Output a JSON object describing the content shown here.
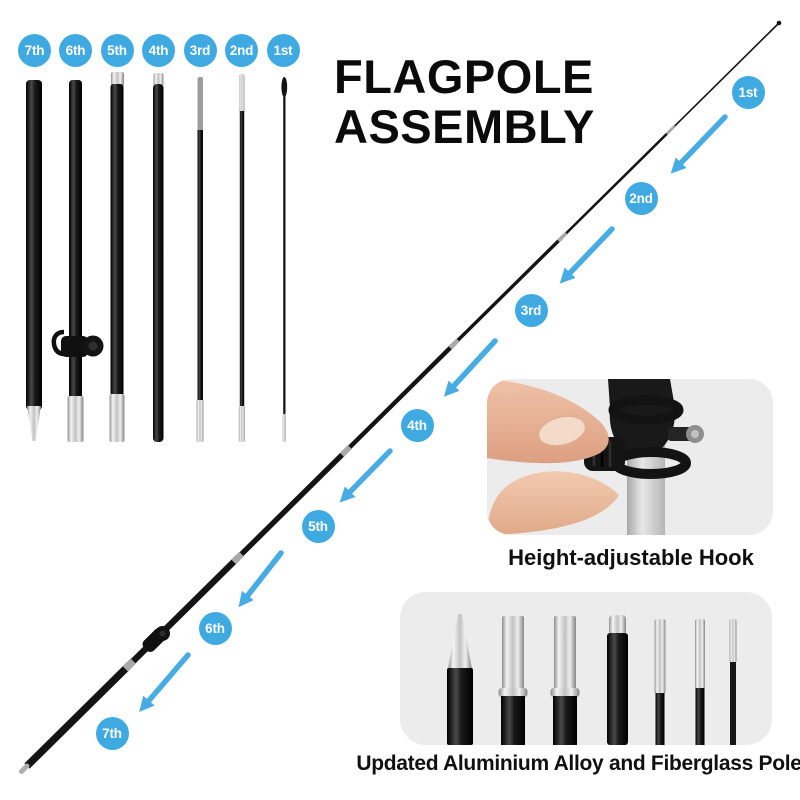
{
  "title": {
    "line1": "FLAGPOLE",
    "line2": "ASSEMBLY"
  },
  "parts_row": {
    "labels": [
      "7th",
      "6th",
      "5th",
      "4th",
      "3rd",
      "2nd",
      "1st"
    ]
  },
  "assembly_sequence": {
    "labels": [
      "1st",
      "2nd",
      "3rd",
      "4th",
      "5th",
      "6th",
      "7th"
    ]
  },
  "captions": {
    "hook": "Height-adjustable Hook",
    "pole_material": "Updated Aluminium Alloy and Fiberglass Pole"
  },
  "colors": {
    "accent_blue": "#3FA9E1",
    "badge_text": "#FFFFFF",
    "title_text": "#0B0B0B",
    "photo_background": "#ECECEC",
    "canvas_background": "#FFFFFF",
    "pole_black": "#151515",
    "pole_silver": "#C9C9C9"
  }
}
